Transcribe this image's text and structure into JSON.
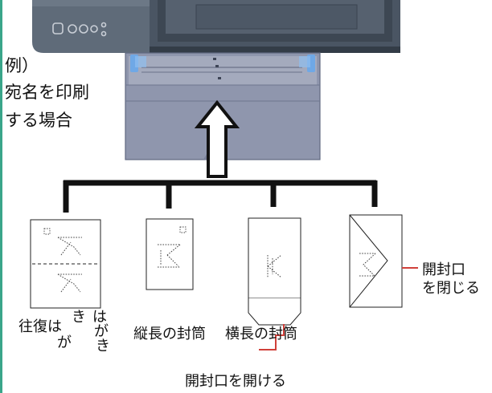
{
  "figure": {
    "example_label": "例）",
    "example_desc_line1": "宛名を印刷",
    "example_desc_line2": "する場合",
    "seal_closed_line1": "開封口",
    "seal_closed_line2": "を閉じる",
    "seal_open_note": "開封口を開ける"
  },
  "cards": [
    {
      "caption": "往復はがき",
      "caption_parts": [
        "往復",
        "は",
        "が",
        "き",
        "は",
        "が",
        "き"
      ]
    },
    {
      "caption": "縦長の封筒"
    },
    {
      "caption": "横長の封筒"
    }
  ],
  "colors": {
    "printer_body": "#5f6b79",
    "printer_dark": "#3d4753",
    "tray": "#8f96ad",
    "tray_light": "#a4aabd",
    "guide_blue": "#6fa8e6",
    "arrow_line": "#111111",
    "seal_line": "#d0403a",
    "frame_teal": "#3aa58a"
  }
}
